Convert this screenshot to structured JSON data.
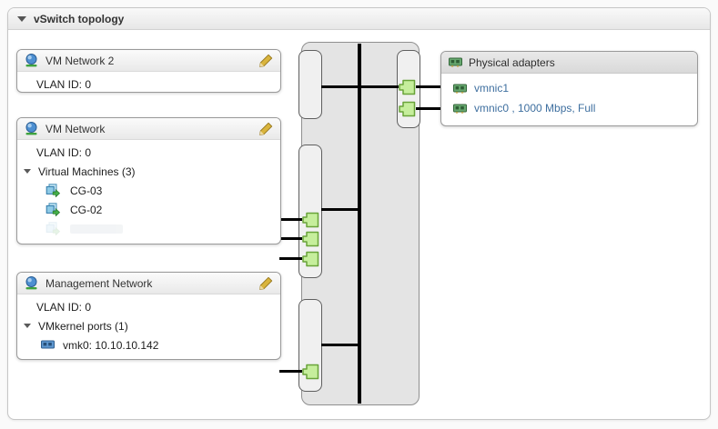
{
  "panel": {
    "title": "vSwitch topology"
  },
  "port_groups": [
    {
      "name": "VM Network 2",
      "vlan": "VLAN ID: 0"
    },
    {
      "name": "VM Network",
      "vlan": "VLAN ID: 0",
      "group_label": "Virtual Machines (3)",
      "vms": [
        "CG-03",
        "CG-02"
      ]
    },
    {
      "name": "Management Network",
      "vlan": "VLAN ID: 0",
      "group_label": "VMkernel ports (1)",
      "ports": [
        "vmk0: 10.10.10.142"
      ]
    }
  ],
  "physical_adapters": {
    "title": "Physical adapters",
    "items": [
      "vmnic1",
      "vmnic0 , 1000 Mbps, Full"
    ]
  },
  "colors": {
    "link_blue": "#3e6f9f",
    "port_fill": "#c6ee9c",
    "port_border": "#69a339",
    "connector_line": "#000000",
    "switch_fill": "#e4e4e4"
  }
}
